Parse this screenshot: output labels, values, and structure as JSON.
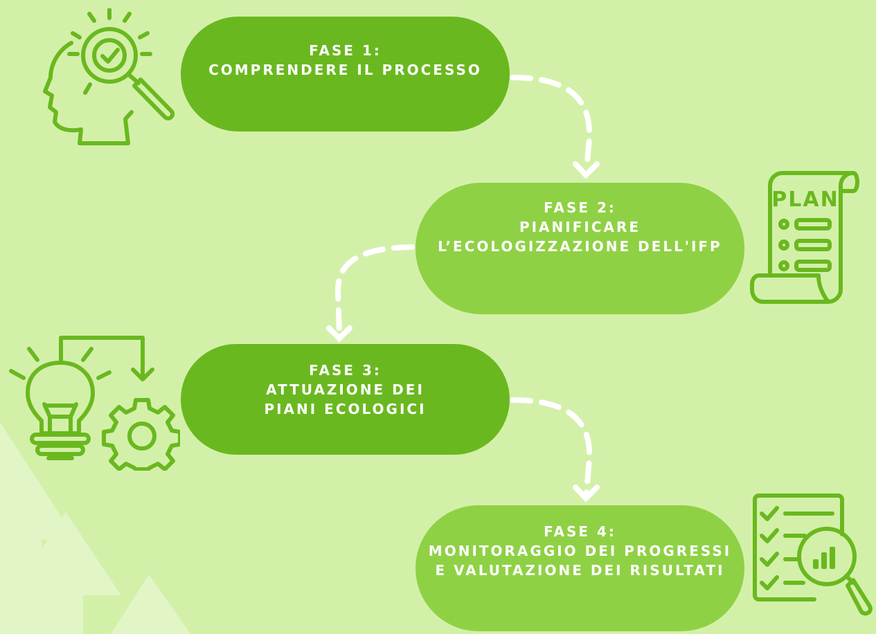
{
  "colors": {
    "background": "#d3f0a9",
    "step_dark": "#6ab81f",
    "step_light": "#8fd145",
    "icon_stroke": "#6ab81f",
    "connector": "#ffffff"
  },
  "steps": [
    {
      "lines": [
        "FASE 1:",
        "COMPRENDERE IL PROCESSO"
      ],
      "icon": "head-magnifier-check-icon"
    },
    {
      "lines": [
        "FASE 2:",
        "PIANIFICARE",
        "L’ECOLOGIZZAZIONE DELL'IFP"
      ],
      "icon": "plan-scroll-icon"
    },
    {
      "lines": [
        "FASE 3:",
        "ATTUAZIONE DEI",
        "PIANI ECOLOGICI"
      ],
      "icon": "lightbulb-gear-icon"
    },
    {
      "lines": [
        "FASE 4:",
        "MONITORAGGIO DEI PROGRESSI",
        "E VALUTAZIONE DEI RISULTATI"
      ],
      "icon": "checklist-chart-magnifier-icon"
    }
  ],
  "icons": {
    "plan_label": "PLAN"
  }
}
